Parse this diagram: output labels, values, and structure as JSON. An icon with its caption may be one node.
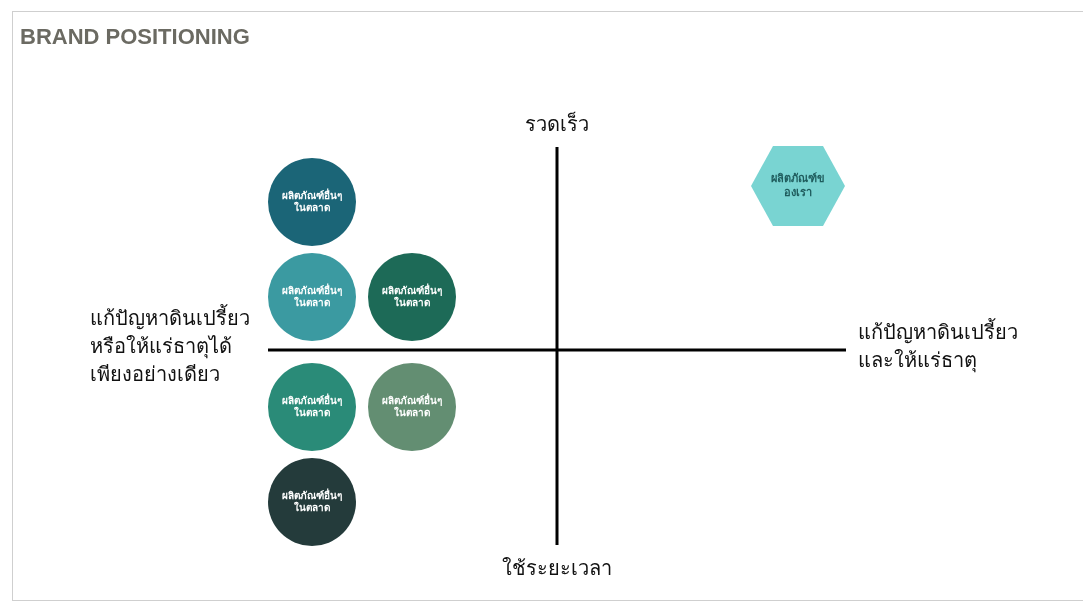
{
  "diagram": {
    "title": "BRAND POSITIONING",
    "nodes": [
      {
        "text": [
          "ผลิตภัณฑ์อื่นๆในตลาด"
        ]
      },
      {
        "text": [
          "ผลิตภัณฑ์อื่นๆในตลาด"
        ]
      },
      {
        "text": [
          "ผลิตภัณฑ์อื่นๆในตลาด"
        ]
      },
      {
        "text": [
          "ผลิตภัณฑ์อื่นๆในตลาด"
        ]
      },
      {
        "text": [
          "ผลิตภัณฑ์อื่นๆในตลาด"
        ]
      },
      {
        "text": [
          "ผลิตภัณฑ์อื่นๆในตลาด"
        ]
      },
      {
        "text": [
          "ผลิตภัณฑ์ของเรา"
        ]
      }
    ],
    "edges": [],
    "labels": [
      "รวดเร็ว",
      "แก้ปัญหาดินเปรี้ยวหรือให้แร่ธาตุได้เพียงอย่างเดียว",
      "แก้ปัญหาดินเปรี้ยวและให้แร่ธาตุ",
      "ใช้ระยะเวลา"
    ]
  }
}
